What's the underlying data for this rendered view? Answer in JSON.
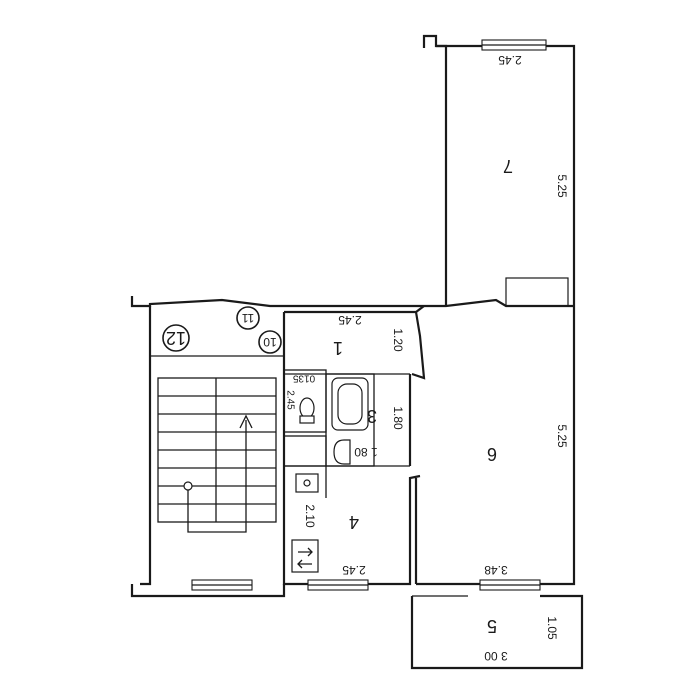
{
  "rooms": {
    "r1": "1",
    "r3": "3",
    "r4": "4",
    "r5": "5",
    "r6": "6",
    "r7": "7"
  },
  "markers": {
    "m10": "10",
    "m11": "11",
    "m12": "12"
  },
  "dimensions": {
    "d7_top": "2.45",
    "d7_side": "5.25",
    "d1_top": "2.45",
    "d1_side": "1.20",
    "d6_side": "5.25",
    "d6_bottom": "3.48",
    "d3_side": "1.80",
    "d3_bottom": "1 80",
    "d2_top": "0135",
    "d2_side": "2.45",
    "d4_side": "2.10",
    "d4_bottom": "2.45",
    "d5_bottom": "3 00",
    "d5_side": "1.05"
  }
}
